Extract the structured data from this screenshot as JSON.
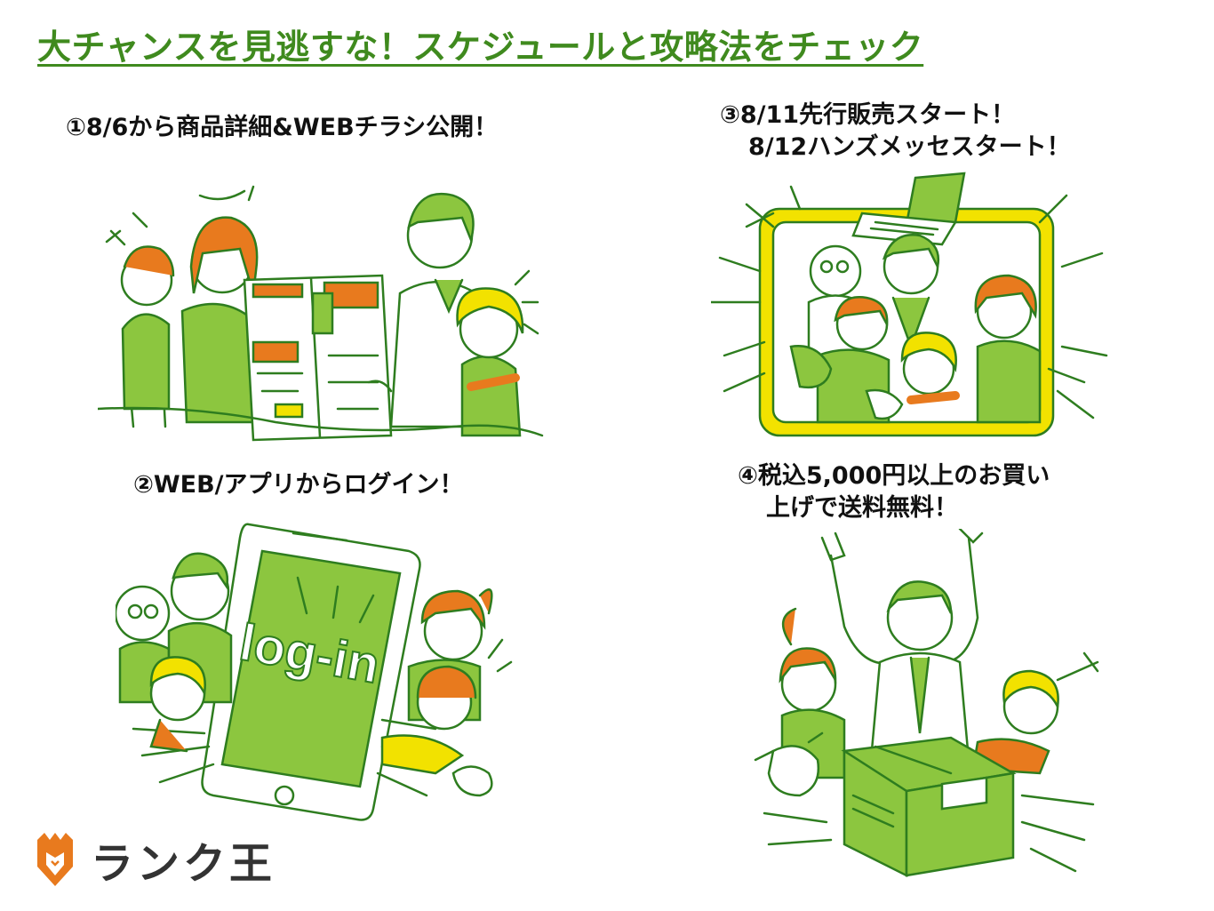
{
  "title": "大チャンスを見逃すな！スケジュールと攻略法をチェック",
  "steps": [
    {
      "lines": [
        "①8/6から商品詳細&WEBチラシ公開！"
      ]
    },
    {
      "lines": [
        "②WEB/アプリからログイン！"
      ]
    },
    {
      "lines": [
        "③8/11先行販売スタート！",
        "8/12ハンズメッセスタート！"
      ]
    },
    {
      "lines": [
        "④税込5,000円以上のお買い",
        "上げで送料無料！"
      ]
    }
  ],
  "phone_screen_text": "log-in",
  "logo": {
    "text": "ランク王"
  },
  "colors": {
    "title_green": "#3f8a1e",
    "line_green": "#2e7d1f",
    "fill_green": "#8cc63f",
    "orange": "#e87a1e",
    "yellow": "#f2e200"
  }
}
